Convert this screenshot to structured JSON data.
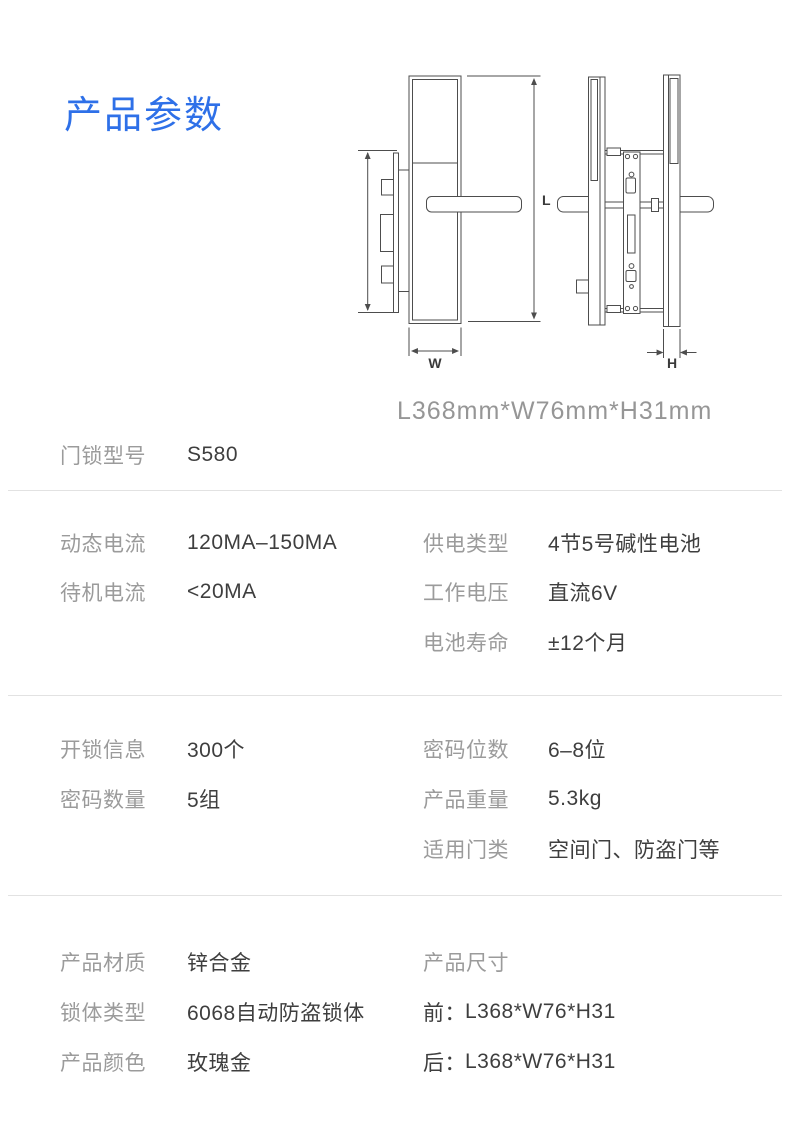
{
  "header": {
    "title": "产品参数"
  },
  "diagram": {
    "caption": "L368mm*W76mm*H31mm",
    "labels": {
      "L": "L",
      "W": "W",
      "H": "H"
    }
  },
  "specs": {
    "model": {
      "label": "门锁型号",
      "value": "S580"
    },
    "power_left": [
      {
        "label": "动态电流",
        "value": "120MA–150MA"
      },
      {
        "label": "待机电流",
        "value": "<20MA"
      }
    ],
    "power_right": [
      {
        "label": "供电类型",
        "value": "4节5号碱性电池"
      },
      {
        "label": "工作电压",
        "value": "直流6V"
      },
      {
        "label": "电池寿命",
        "value": "±12个月"
      }
    ],
    "unlock_left": [
      {
        "label": "开锁信息",
        "value": "300个"
      },
      {
        "label": "密码数量",
        "value": "5组"
      }
    ],
    "unlock_right": [
      {
        "label": "密码位数",
        "value": "6–8位"
      },
      {
        "label": "产品重量",
        "value": "5.3kg"
      },
      {
        "label": "适用门类",
        "value": "空间门、防盗门等"
      }
    ],
    "material_left": [
      {
        "label": "产品材质",
        "value": "锌合金"
      },
      {
        "label": "锁体类型",
        "value": "6068自动防盗锁体"
      },
      {
        "label": "产品颜色",
        "value": "玫瑰金"
      }
    ],
    "material_right": [
      {
        "label": "产品尺寸",
        "value": ""
      },
      {
        "label": "前：",
        "value": "L368*W76*H31"
      },
      {
        "label": "后：",
        "value": "L368*W76*H31"
      }
    ]
  },
  "colors": {
    "accent_blue": "#2e70e8",
    "label_gray": "#9b9b9b",
    "value_dark": "#3e3e3e",
    "divider_gray": "#e2e2e2",
    "line_art": "#4d4d4d"
  }
}
